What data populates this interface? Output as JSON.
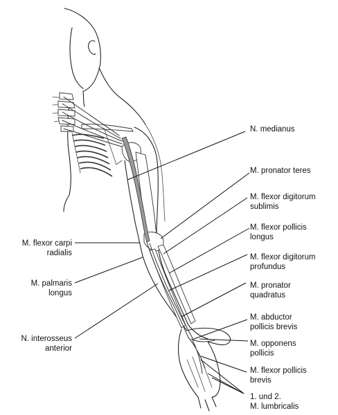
{
  "labels": {
    "n_medianus": "N. medianus",
    "pronator_teres": "M. pronator teres",
    "fds_1": "M. flexor digitorum",
    "fds_2": "sublimis",
    "fpl_1": "M. flexor pollicis",
    "fpl_2": "longus",
    "fdp_1": "M. flexor digitorum",
    "fdp_2": "profundus",
    "pq_1": "M. pronator",
    "pq_2": "quadratus",
    "apb_1": "M. abductor",
    "apb_2": "pollicis brevis",
    "op_1": "M. opponens",
    "op_2": "pollicis",
    "fpb_1": "M. flexor pollicis",
    "fpb_2": "brevis",
    "lum_1": "1. und 2.",
    "lum_2": "M. lumbricalis",
    "fcr_1": "M. flexor carpi",
    "fcr_2": "radialis",
    "pl_1": "M. palmaris",
    "pl_2": "longus",
    "nia_1": "N. interosseus",
    "nia_2": "anterior"
  }
}
